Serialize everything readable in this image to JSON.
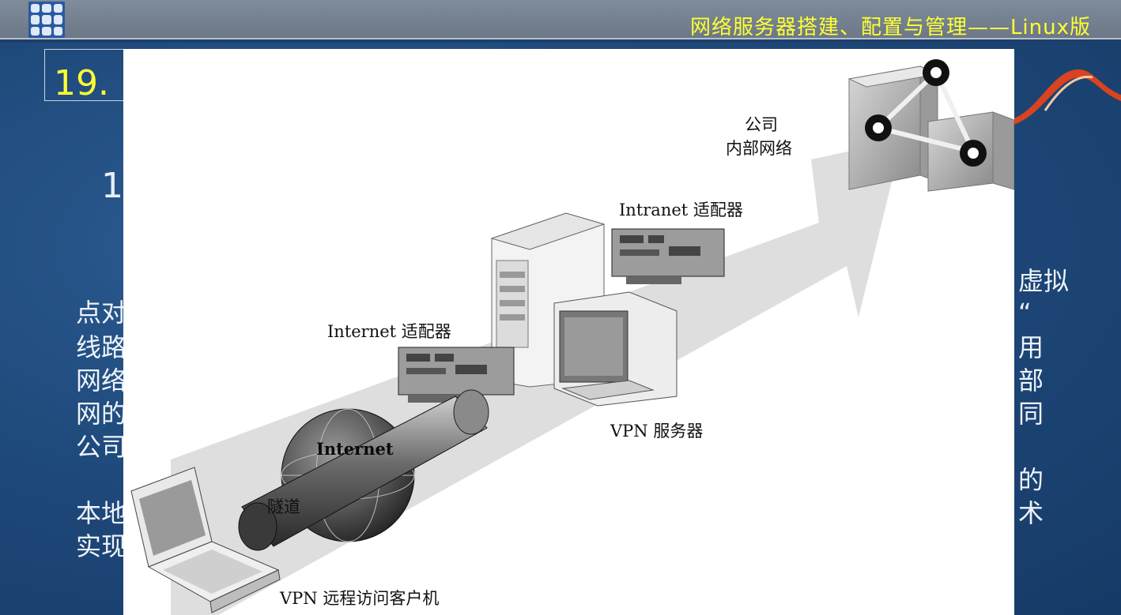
{
  "header": {
    "title": "网络服务器搭建、配置与管理——Linux版"
  },
  "slide": {
    "section_number": "19. 1",
    "subheading_number": "1",
    "left_text": [
      "点对",
      "线路",
      "网络",
      "网的",
      "公司",
      "本地",
      "实现"
    ],
    "right_text": [
      "虚拟",
      "“",
      "用",
      "部",
      "同",
      "的",
      "术"
    ]
  },
  "diagram": {
    "labels": {
      "corporate_network": [
        "公司",
        "内部网络"
      ],
      "intranet_adapter": "Intranet 适配器",
      "internet_adapter": "Internet 适配器",
      "vpn_server": "VPN 服务器",
      "internet": "Internet",
      "tunnel": "隧道",
      "vpn_client": "VPN 远程访问客户机"
    }
  },
  "colors": {
    "accent": "#ffff33",
    "background": "#1f4a7c"
  }
}
